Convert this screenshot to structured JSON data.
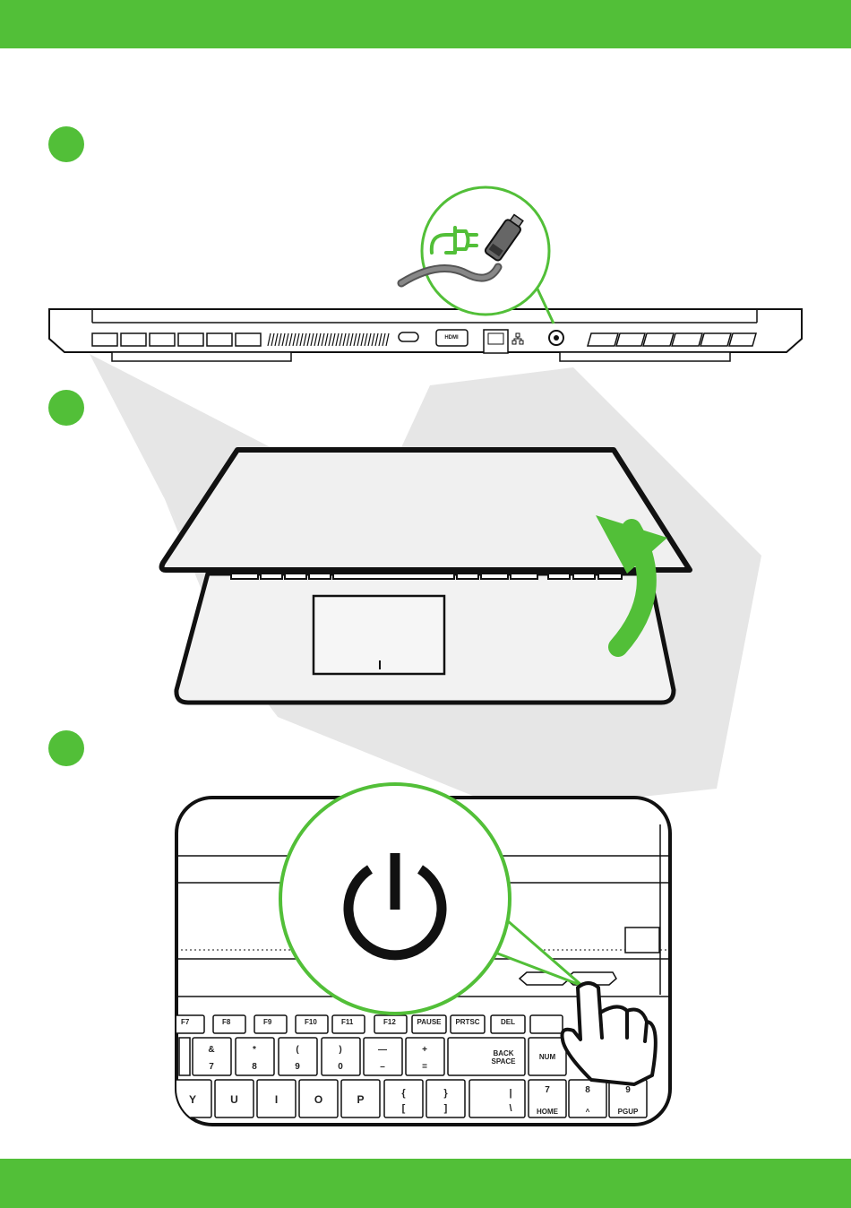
{
  "colors": {
    "brand_green": "#52bf38",
    "outline": "#111111",
    "watermark": "#e6e6e6"
  },
  "icons": {
    "plug": "plug-icon",
    "power": "power-icon",
    "hand": "pointing-hand-icon",
    "lan": "network-icon"
  },
  "laptop_ports": {
    "hdmi_label": "HDMI"
  },
  "keyboard": {
    "fn_keys": [
      {
        "main": "F7",
        "sub": ""
      },
      {
        "main": "F8",
        "sub": ""
      },
      {
        "main": "F9",
        "sub": ""
      },
      {
        "main": "F10",
        "sub": ""
      },
      {
        "main": "F11",
        "sub": ""
      },
      {
        "main": "F12",
        "sub": ""
      },
      {
        "main": "PAUSE",
        "sub": ""
      },
      {
        "main": "PRTSC",
        "sub": ""
      },
      {
        "main": "DEL",
        "sub": ""
      }
    ],
    "num_row": [
      {
        "top": "&",
        "bottom": "7"
      },
      {
        "top": "*",
        "bottom": "8"
      },
      {
        "top": "(",
        "bottom": "9"
      },
      {
        "top": ")",
        "bottom": "0"
      },
      {
        "top": "—",
        "bottom": "–"
      },
      {
        "top": "+",
        "bottom": "="
      }
    ],
    "backspace_label_1": "BACK",
    "backspace_label_2": "SPACE",
    "num_label": "NUM",
    "letter_row": [
      {
        "top": "Y",
        "bottom": ""
      },
      {
        "top": "U",
        "bottom": ""
      },
      {
        "top": "I",
        "bottom": ""
      },
      {
        "top": "O",
        "bottom": ""
      },
      {
        "top": "P",
        "bottom": ""
      },
      {
        "top": "{",
        "bottom": "["
      },
      {
        "top": "}",
        "bottom": "]"
      },
      {
        "top": "|",
        "bottom": "\\"
      }
    ],
    "numpad_row": [
      {
        "top": "7",
        "bottom": "HOME"
      },
      {
        "top": "8",
        "bottom": "^"
      },
      {
        "top": "9",
        "bottom": "PGUP"
      }
    ]
  }
}
